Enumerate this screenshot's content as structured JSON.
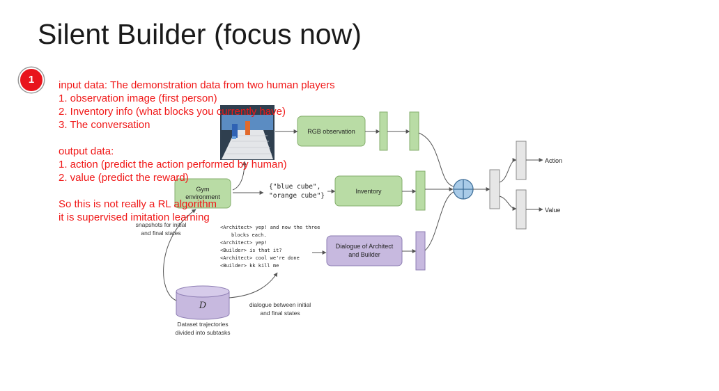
{
  "slide": {
    "title": "Silent Builder (focus now)",
    "badge": "1"
  },
  "notes": {
    "input_heading": "input data: The demonstration data from two human players",
    "input_items": [
      "1. observation image (first person)",
      "2. Inventory info (what blocks you currently have)",
      "3. The conversation"
    ],
    "output_heading": "output data:",
    "output_items": [
      "1. action (predict the action performed by human)",
      "2. value (predict the reward)"
    ],
    "conclusion": [
      "So this is not really a RL algorithm",
      "it is supervised imitation learning"
    ]
  },
  "diagram": {
    "rgb_observation": "RGB observation",
    "inventory": "Inventory",
    "dialogue_box": [
      "Dialogue of Architect",
      "and Builder"
    ],
    "gym": [
      "Gym",
      "environment"
    ],
    "inventory_json": [
      "{\"blue cube\",",
      "\"orange cube\"}"
    ],
    "snapshots_label": [
      "snapshots for initial",
      "and final states"
    ],
    "dataset_symbol": "D",
    "dataset_label": [
      "Dataset trajectories",
      "divided into subtasks"
    ],
    "dialogue_label": [
      "dialogue between initial",
      "and final states"
    ],
    "dialogue_lines": [
      "<Architect> yep! and now the three",
      "blocks each.",
      "<Architect> yep!",
      "<Builder> is that it?",
      "<Architect> cool we're done",
      "<Builder> kk kill me"
    ],
    "action_label": "Action",
    "value_label": "Value"
  },
  "colors": {
    "green_fill": "#b9dca5",
    "green_stroke": "#84ae6c",
    "purple_fill": "#c7b9df",
    "purple_stroke": "#8d7db3",
    "gray_fill": "#e6e6e6",
    "gray_stroke": "#8a8a8a",
    "blue_node": "#a9cbe8",
    "annotation_red": "#f01818",
    "badge_red": "#e8141c"
  }
}
